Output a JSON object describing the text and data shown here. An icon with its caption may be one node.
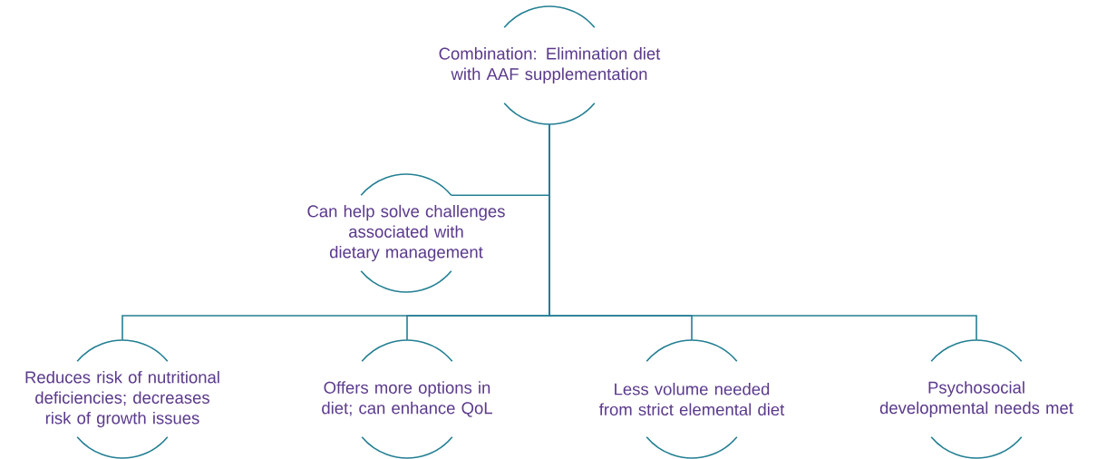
{
  "diagram": {
    "nodes": [
      {
        "text": [
          "Combination: Elimination diet with AAF supplementation"
        ]
      },
      {
        "text": [
          "Can help solve challenges associated with dietary management"
        ]
      },
      {
        "text": [
          "Reduces risk of nutritional deficiencies; decreases risk of growth issues"
        ]
      },
      {
        "text": [
          "Offers more options in diet; can enhance QoL"
        ]
      },
      {
        "text": [
          "Less volume needed from strict elemental diet"
        ]
      },
      {
        "text": [
          "Psychosocial developmental needs met"
        ]
      }
    ],
    "edges": [
      {
        "from": 0,
        "to": 1,
        "arrow": "none"
      },
      {
        "from": 0,
        "to": 2,
        "arrow": "none"
      },
      {
        "from": 0,
        "to": 3,
        "arrow": "none"
      },
      {
        "from": 0,
        "to": 4,
        "arrow": "none"
      },
      {
        "from": 0,
        "to": 5,
        "arrow": "none"
      }
    ]
  }
}
